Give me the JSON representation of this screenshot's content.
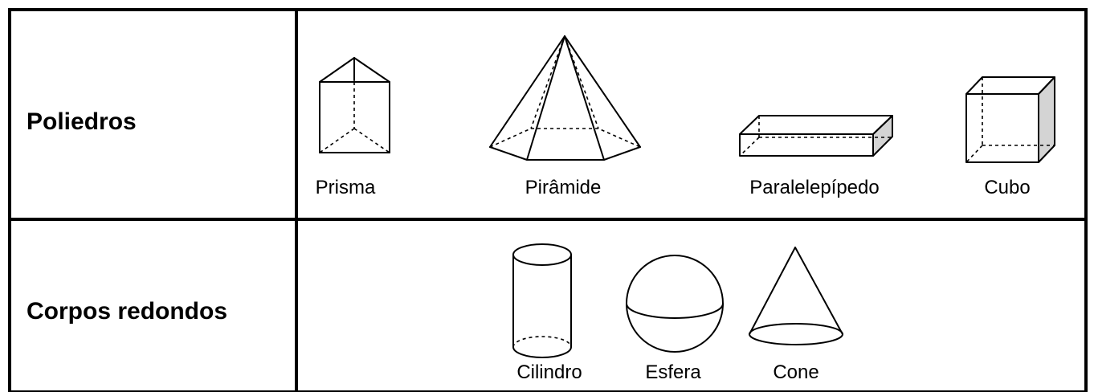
{
  "rows": [
    {
      "heading": "Poliedros",
      "figures": [
        {
          "label": "Prisma",
          "icon": "prism-icon"
        },
        {
          "label": "Pirâmide",
          "icon": "pyramid-icon"
        },
        {
          "label": "Paralelepípedo",
          "icon": "parallelepiped-icon"
        },
        {
          "label": "Cubo",
          "icon": "cube-icon"
        }
      ]
    },
    {
      "heading": "Corpos redondos",
      "figures": [
        {
          "label": "Cilindro",
          "icon": "cylinder-icon"
        },
        {
          "label": "Esfera",
          "icon": "sphere-icon"
        },
        {
          "label": "Cone",
          "icon": "cone-icon"
        }
      ]
    }
  ],
  "colors": {
    "border": "#000000",
    "face_shade": "#d4d4d4",
    "background": "#ffffff"
  }
}
